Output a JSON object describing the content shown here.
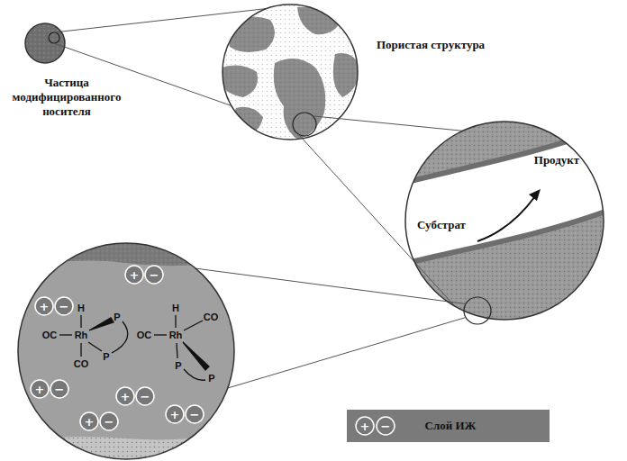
{
  "diagram": {
    "nodes": [
      {
        "text": [
          "Частица модифицированного носителя"
        ]
      },
      {
        "text": [
          "Пористая структура"
        ]
      },
      {
        "text": [
          "Субстрат",
          "Продукт"
        ]
      },
      {
        "text": [
          "H",
          "OC",
          "Rh",
          "P",
          "P",
          "CO",
          "H",
          "OC",
          "Rh",
          "CO",
          "P",
          "P",
          "+",
          "−",
          "+",
          "−",
          "+",
          "−",
          "+",
          "−",
          "+",
          "−",
          "+",
          "−"
        ]
      }
    ],
    "edges": [
      {
        "from": 0,
        "to": 1,
        "arrow": "none"
      },
      {
        "from": 1,
        "to": 2,
        "arrow": "none"
      },
      {
        "from": 2,
        "to": 3,
        "arrow": "none"
      }
    ],
    "labels": [
      "+",
      "−"
    ],
    "legend": [
      {
        "text": "Слой ИЖ",
        "color": "#7a7a7a"
      }
    ]
  }
}
